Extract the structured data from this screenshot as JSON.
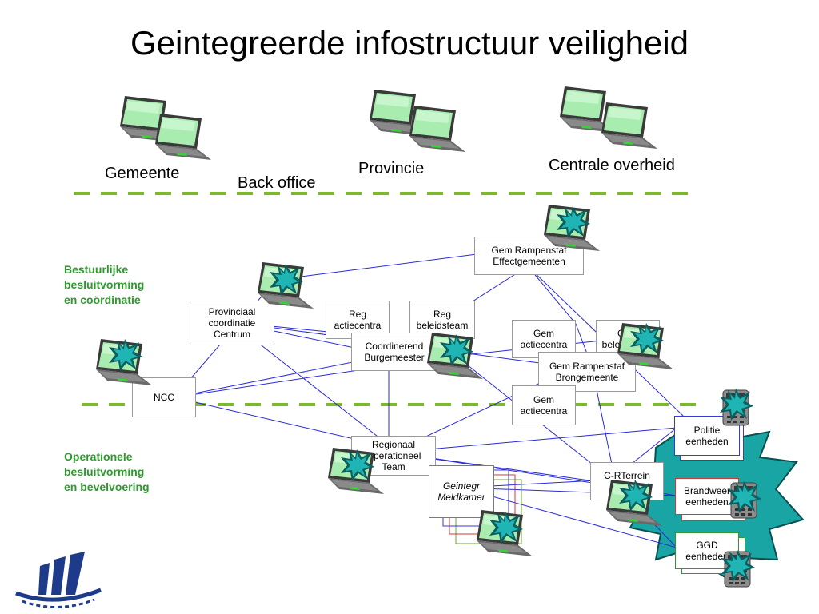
{
  "title": "Geintegreerde infostructuur veiligheid",
  "backoffice": {
    "gemeente": "Gemeente",
    "back_office": "Back office",
    "provincie": "Provincie",
    "centrale_overheid": "Centrale overheid"
  },
  "sections": {
    "bestuurlijk": "Bestuurlijke\nbesluitvorming\nen coördinatie",
    "operationeel": "Operationele\nbesluitvorming\nen bevelvoering"
  },
  "nodes": {
    "gem_ramp_effect": "Gem Rampenstaf\nEffectgemeenten",
    "provinciaal": "Provinciaal\ncoordinatie\nCentrum",
    "reg_actie": "Reg\nactiecentra",
    "reg_beleid": "Reg\nbeleidsteam",
    "coord_burg": "Coordinerend\nBurgemeester",
    "gem_actie_1": "Gem\nactiecentra",
    "gem_beleid": "Gem\nbeleidsteam",
    "gem_ramp_bron": "Gem Rampenstaf\nBrongemeente",
    "ncc": "NCC",
    "gem_actie_2": "Gem\nactiecentra",
    "regionaal": "Regionaal\nOperationeel\nTeam",
    "meldkamer": "Geintegr\nMeldkamer",
    "c_rt": "C-RTerrein\n/ Copi",
    "politie": "Politie\neenheden",
    "brandweer": "Brandweer\neenheden",
    "ggd": "GGD\neenheden"
  },
  "colors": {
    "dashed_line": "#7cba2a",
    "side_text": "#2e9a2e",
    "connector": "#2a2ad8",
    "burst": "#1aa5a5",
    "screen": "#9ee89e"
  },
  "icons": [
    "laptop-icon",
    "alarm-burst-icon",
    "pda-icon",
    "logo-icon"
  ]
}
